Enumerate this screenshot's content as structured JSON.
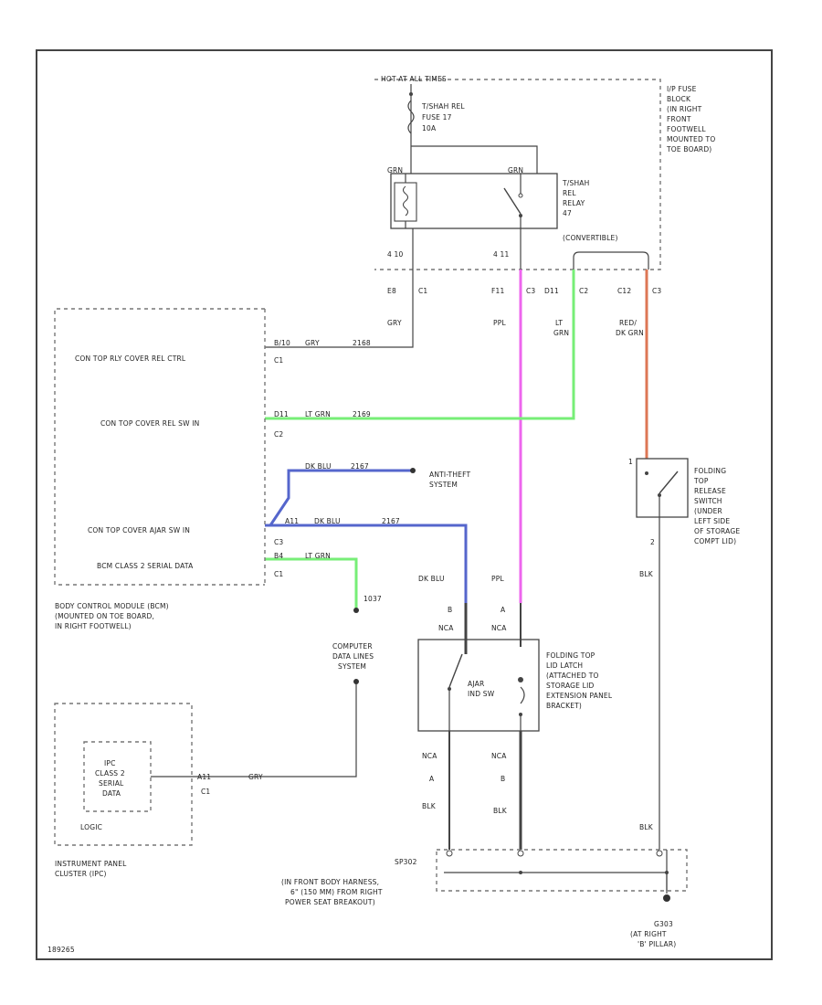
{
  "colors": {
    "ppl": "#ee66ee",
    "lt_grn": "#77ee77",
    "dk_blu": "#5566cc",
    "red_dk_grn": "#dd7755",
    "wire": "#444444"
  },
  "fuse_block": {
    "hot_label": "HOT AT ALL TIMES",
    "fuse_label": [
      "T/SHAH REL",
      "FUSE 17",
      "10A"
    ],
    "relay_label": [
      "T/SHAH",
      "REL",
      "RELAY",
      "47",
      "(CONVERTIBLE)"
    ],
    "location_label": [
      "I/P FUSE",
      "BLOCK",
      "(IN RIGHT",
      "FRONT",
      "FOOTWELL",
      "MOUNTED TO",
      "TOE BOARD)"
    ],
    "pin_labels": [
      "GRN",
      "GRN",
      "4 10",
      "4 11"
    ]
  },
  "connectors": {
    "c1_e8": "E8",
    "c1_c1": "C1",
    "c3_f11": "F11",
    "c3": "C3",
    "c2_d11": "D11",
    "c2": "C2",
    "c3_c12": "C12",
    "c3b": "C3"
  },
  "wire_labels": {
    "gry": "GRY",
    "ppl": "PPL",
    "lt_grn": [
      "LT",
      "GRN"
    ],
    "red_dk_grn": [
      "RED/",
      "DK GRN"
    ],
    "gry_circ": "GRY",
    "gry_num": "2168",
    "lt_grn_mid": "LT GRN",
    "lt_grn_num": "2169",
    "dk_blu_1": "DK BLU",
    "dk_blu_1_num": "2167",
    "dk_blu_2": "DK BLU",
    "dk_blu_2_num": "2167",
    "lt_grn_data": "LT GRN",
    "dk_blu_vert": "DK BLU",
    "ppl_vert": "PPL",
    "blk_right": "BLK",
    "blk_a": "BLK",
    "blk_b": "BLK",
    "blk_bot": "BLK",
    "gry_ipc": "GRY",
    "data_num": "1037"
  },
  "bcm": {
    "line1": "CON TOP RLY COVER REL CTRL",
    "line1_pins": [
      "B/10",
      "C1"
    ],
    "line2": "CON TOP COVER REL SW IN",
    "line2_pins": [
      "D11",
      "C2"
    ],
    "line3": "CON TOP COVER AJAR SW IN",
    "line3_pins": [
      "A11",
      "C3"
    ],
    "line4": "BCM CLASS 2 SERIAL DATA",
    "line4_pins": [
      "B4",
      "C1"
    ],
    "label": [
      "BODY CONTROL MODULE (BCM)",
      "(MOUNTED ON TOE BOARD,",
      "IN RIGHT FOOTWELL)"
    ]
  },
  "anti_theft": [
    "ANTI-THEFT",
    "SYSTEM"
  ],
  "computer_data": [
    "COMPUTER",
    "DATA LINES",
    "SYSTEM"
  ],
  "release_switch": {
    "label": [
      "FOLDING",
      "TOP",
      "RELEASE",
      "SWITCH",
      "(UNDER",
      "LEFT SIDE",
      "OF STORAGE",
      "COMPT LID)"
    ],
    "pin_top": "1",
    "pin_bot": "2"
  },
  "latch": {
    "label": [
      "FOLDING TOP",
      "LID LATCH",
      "(ATTACHED TO",
      "STORAGE LID",
      "EXTENSION PANEL",
      "BRACKET)"
    ],
    "switch_label": [
      "AJAR",
      "IND SW"
    ],
    "pin_b": "B",
    "pin_a": "A",
    "nca": "NCA",
    "ncb": "NCA",
    "nca_a": "NCA",
    "nca_b": "NCA",
    "pin_a2": "A",
    "pin_b2": "B"
  },
  "ipc": {
    "inner": [
      "IPC",
      "CLASS 2",
      "SERIAL",
      "DATA"
    ],
    "logic": "LOGIC",
    "pins": [
      "A11",
      "C1"
    ],
    "label": [
      "INSTRUMENT PANEL",
      "CLUSTER (IPC)"
    ]
  },
  "splice": {
    "name": "SP302",
    "label": [
      "(IN FRONT BODY HARNESS,",
      "6\" (150 MM) FROM RIGHT",
      "POWER SEAT BREAKOUT)"
    ]
  },
  "ground": {
    "name": "G303",
    "label": [
      "(AT RIGHT",
      "'B' PILLAR)"
    ]
  },
  "footer_id": "189265"
}
